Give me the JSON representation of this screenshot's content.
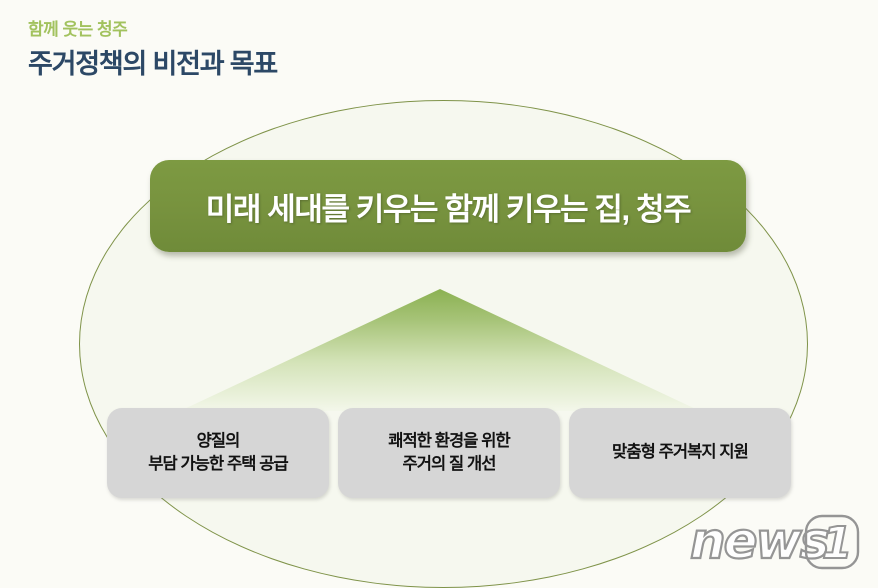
{
  "header": {
    "subtitle": "함께 웃는 청주",
    "title": "주거정책의 비전과 목표",
    "subtitle_color": "#a2c25e",
    "title_color": "#2c4866"
  },
  "vision": {
    "text": "미래 세대를 키우는 함께 키우는 집, 청주",
    "background_color": "#77923e",
    "text_color": "#ffffff"
  },
  "diagram": {
    "ellipse_fill": "#f6f8ef",
    "ellipse_stroke": "#7f9349",
    "pyramid_top_color": "#94b95c",
    "pyramid_bottom_color": "#f3f7ea"
  },
  "goals": [
    {
      "id": "goal-housing-supply",
      "text": "양질의\n부담 가능한 주택 공급"
    },
    {
      "id": "goal-quality-improvement",
      "text": "쾌적한 환경을 위한\n주거의 질 개선"
    },
    {
      "id": "goal-welfare-support",
      "text": "맞춤형 주거복지 지원"
    }
  ],
  "goal_box_color": "#d6d6d6",
  "goal_text_color": "#121212",
  "watermark": {
    "text": "news",
    "numeral": "1"
  },
  "background_color": "#fbfbf6"
}
